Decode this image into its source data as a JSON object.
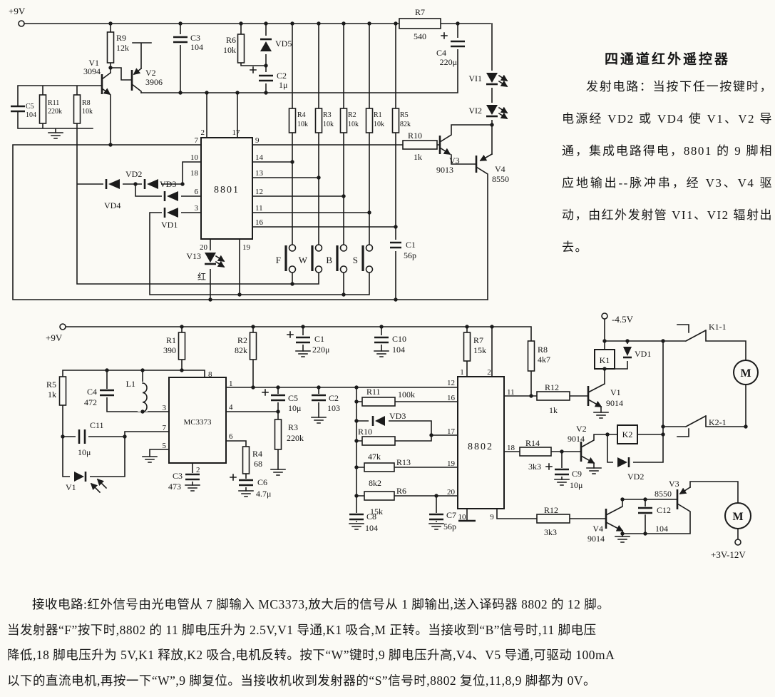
{
  "colors": {
    "ink": "#1b1b1b",
    "paper": "#fbfaf5"
  },
  "title_block": {
    "title": "四通道红外遥控器",
    "body": "发射电路：当按下任一按键时，电源经 VD2 或 VD4 使 V1、V2 导通，集成电路得电，8801 的 9 脚相应地输出--脉冲串，经 V3、V4 驱动，由红外发射管 VI1、VI2 辐射出去。"
  },
  "description": {
    "line1": "接收电路:红外信号由光电管从 7 脚输入 MC3373,放大后的信号从 1 脚输出,送入译码器 8802 的 12 脚。",
    "line2": "当发射器“F”按下时,8802 的 11 脚电压升为 2.5V,V1 导通,K1 吸合,M 正转。当接收到“B”信号时,11 脚电压",
    "line3": "降低,18 脚电压升为 5V,K1 释放,K2 吸合,电机反转。按下“W”键时,9 脚电压升高,V4、V5 导通,可驱动 100mA",
    "line4": "以下的直流电机,再按一下“W”,9 脚复位。当接收机收到发射器的“S”信号时,8802 复位,11,8,9 脚都为 0V。"
  },
  "tx": {
    "supply": "+9V",
    "ic": "8801",
    "r9": {
      "n": "R9",
      "v": "12k"
    },
    "v1": {
      "n": "V1",
      "v": "3094"
    },
    "v2": {
      "n": "V2",
      "v": "3906"
    },
    "c5": {
      "n": "C5",
      "v": "104"
    },
    "r11": {
      "n": "R11",
      "v": "220k"
    },
    "r8": {
      "n": "R8",
      "v": "10k"
    },
    "c3": {
      "n": "C3",
      "v": "104"
    },
    "r6": {
      "n": "R6",
      "v": "10k"
    },
    "vd5": {
      "n": "VD5"
    },
    "c2": {
      "n": "C2",
      "v": "1μ"
    },
    "r7": {
      "n": "R7",
      "v": "540"
    },
    "c4": {
      "n": "C4",
      "v": "220μ"
    },
    "vi1": {
      "n": "VI1"
    },
    "vi2": {
      "n": "VI2"
    },
    "r4": {
      "n": "R4",
      "v": "10k"
    },
    "r3": {
      "n": "R3",
      "v": "10k"
    },
    "r2": {
      "n": "R2",
      "v": "10k"
    },
    "r1": {
      "n": "R1",
      "v": "10k"
    },
    "r5": {
      "n": "R5",
      "v": "82k"
    },
    "r10": {
      "n": "R10",
      "v": "1k"
    },
    "v3": {
      "n": "V3",
      "v": "9013"
    },
    "v4": {
      "n": "V4",
      "v": "8550"
    },
    "vd2": {
      "n": "VD2"
    },
    "vd4": {
      "n": "VD4"
    },
    "vd3": {
      "n": "VD3"
    },
    "vd1": {
      "n": "VD1"
    },
    "v13": {
      "n": "V13",
      "v": "红"
    },
    "btn_f": "F",
    "btn_w": "W",
    "btn_b": "B",
    "btn_s": "S",
    "c1": {
      "n": "C1",
      "v": "56p"
    },
    "pins": {
      "p2": "2",
      "p17": "17",
      "p7": "7",
      "p10": "10",
      "p18": "18",
      "p6": "6",
      "p3": "3",
      "p9": "9",
      "p14": "14",
      "p13": "13",
      "p12": "12",
      "p11": "11",
      "p16": "16",
      "p20": "20",
      "p19": "19"
    }
  },
  "rx": {
    "supply": "+9V",
    "supply2": "-4.5V",
    "supply3": "+3V-12V",
    "ic": "MC3373",
    "ic2": "8802",
    "r1": {
      "n": "R1",
      "v": "390"
    },
    "r2": {
      "n": "R2",
      "v": "82k"
    },
    "c1": {
      "n": "C1",
      "v": "220μ"
    },
    "c10": {
      "n": "C10",
      "v": "104"
    },
    "r7": {
      "n": "R7",
      "v": "15k"
    },
    "r8": {
      "n": "R8",
      "v": "4k7"
    },
    "r5": {
      "n": "R5",
      "v": "1k"
    },
    "c4": {
      "n": "C4",
      "v": "472"
    },
    "l1": {
      "n": "L1"
    },
    "c11": {
      "n": "C11",
      "v": "10μ"
    },
    "v1pd": {
      "n": "V1"
    },
    "c5": {
      "n": "C5",
      "v": "10μ"
    },
    "c2": {
      "n": "C2",
      "v": "103"
    },
    "r3": {
      "n": "R3",
      "v": "220k"
    },
    "r4": {
      "n": "R4",
      "v": "68"
    },
    "c3": {
      "n": "C3",
      "v": "473"
    },
    "c6": {
      "n": "C6",
      "v": "4.7μ"
    },
    "r11": {
      "n": "R11",
      "v": "100k"
    },
    "vd3": {
      "n": "VD3"
    },
    "r10": {
      "n": "R10",
      "v": "47k"
    },
    "r13": {
      "n": "R13",
      "v": "8k2"
    },
    "r6": {
      "n": "R6",
      "v": "15k"
    },
    "c8": {
      "n": "C8",
      "v": "104"
    },
    "c7": {
      "n": "C7",
      "v": "56p"
    },
    "r12a": {
      "n": "R12",
      "v": "1k"
    },
    "v1t": {
      "n": "V1",
      "v": "9014"
    },
    "k1": {
      "n": "K1"
    },
    "vd1": {
      "n": "VD1"
    },
    "k11": {
      "n": "K1-1"
    },
    "m1": {
      "n": "M"
    },
    "k21": {
      "n": "K2-1"
    },
    "r14": {
      "n": "R14",
      "v": "3k3"
    },
    "v2t": {
      "n": "V2",
      "v": "9014"
    },
    "c9": {
      "n": "C9",
      "v": "10μ"
    },
    "k2": {
      "n": "K2"
    },
    "vd2": {
      "n": "VD2"
    },
    "r12b": {
      "n": "R12",
      "v": "3k3"
    },
    "v4t": {
      "n": "V4",
      "v": "9014"
    },
    "v3t": {
      "n": "V3",
      "v": "8550"
    },
    "c12": {
      "n": "C12",
      "v": "104"
    },
    "m2": {
      "n": "M"
    },
    "mc_pins": {
      "p8": "8",
      "p3": "3",
      "p7": "7",
      "p5": "5",
      "p2": "2",
      "p1": "1",
      "p4": "4",
      "p6": "6"
    },
    "ic2_pins": {
      "p1": "1",
      "p2": "2",
      "p12": "12",
      "p16": "16",
      "p17": "17",
      "p19": "19",
      "p20": "20",
      "p11": "11",
      "p18": "18",
      "p10": "10",
      "p9": "9"
    }
  }
}
